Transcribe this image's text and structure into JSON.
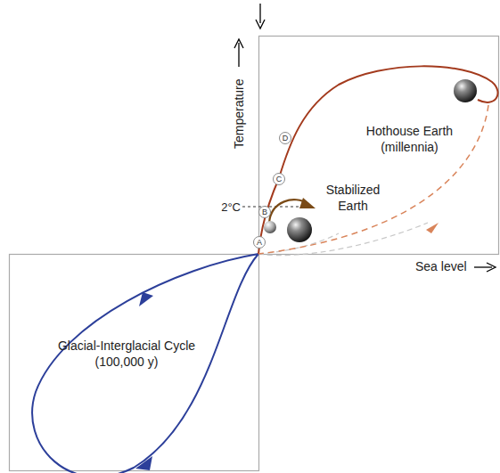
{
  "diagram": {
    "nodes": [
      {
        "text": [
          "A"
        ]
      },
      {
        "text": [
          "B"
        ]
      },
      {
        "text": [
          "C"
        ]
      },
      {
        "text": [
          "D"
        ]
      }
    ],
    "labels": [
      "Temperature",
      "Sea level",
      "Glacial-Interglacial Cycle (100,000 y)",
      "Hothouse Earth (millennia)",
      "Stabilized Earth",
      "2°C"
    ]
  }
}
